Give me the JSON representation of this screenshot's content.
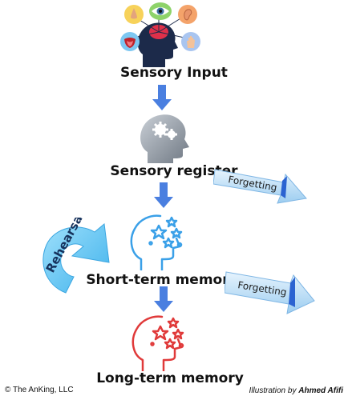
{
  "stages": [
    {
      "id": "sensory-input",
      "label": "Sensory Input"
    },
    {
      "id": "sensory-register",
      "label": "Sensory register"
    },
    {
      "id": "short-term-memory",
      "label": "Short-term memory"
    },
    {
      "id": "long-term-memory",
      "label": "Long-term memory"
    }
  ],
  "forgetting": [
    {
      "label": "Forgetting"
    },
    {
      "label": "Forgetting"
    }
  ],
  "rehearsal": {
    "label": "Rehearsal"
  },
  "footer": {
    "copyright": "© The AnKing, LLC",
    "credit_prefix": "Illustration by",
    "credit_name": "Ahmed Afifi"
  },
  "colors": {
    "flow_arrow": "#4a7fe0",
    "forgetting_arrow": "#b8dcf5",
    "rehearsal_arrow": "#6cc8f2",
    "short_term_icon": "#3aa0e8",
    "long_term_icon": "#e03a3a",
    "register_head": "#9aa3ad"
  },
  "icons": [
    "nose-icon",
    "eye-icon",
    "ear-icon",
    "tongue-icon",
    "hand-icon",
    "gears-head-icon",
    "stars-head-icon"
  ]
}
